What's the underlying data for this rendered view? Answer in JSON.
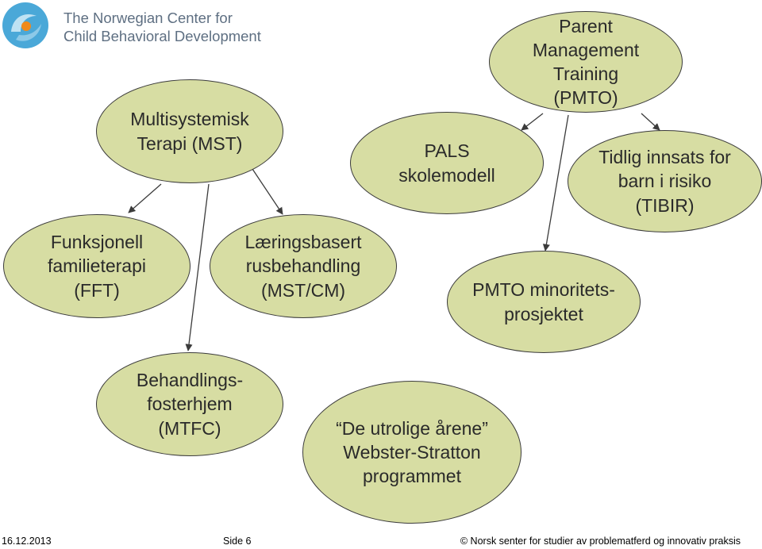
{
  "header": {
    "logo_line1": "The Norwegian Center for",
    "logo_line2": "Child Behavioral Development"
  },
  "nodes": {
    "mst": "Multisystemisk\nTerapi (MST)",
    "pmto": "Parent\nManagement\nTraining\n(PMTO)",
    "pals": "PALS\nskolemodell",
    "tibir": "Tidlig innsats for\nbarn i risiko\n(TIBIR)",
    "fft": "Funksjonell\nfamilieterapi\n(FFT)",
    "mstcm": "Læringsbasert\nrusbehandling\n(MST/CM)",
    "pmto_min": "PMTO minoritets-\nprosjektet",
    "mtfc": "Behandlings-\nfosterhjem\n(MTFC)",
    "webster": "“De utrolige årene”\nWebster-Stratton\nprogrammet"
  },
  "footer": {
    "date": "16.12.2013",
    "page": "Side 6",
    "copyright": "© Norsk senter for studier av problematferd og innovativ praksis"
  },
  "colors": {
    "node_fill": "#d7dda3",
    "node_border": "#3b3b3b",
    "logo_text": "#5e6f82",
    "logo_blue": "#4aa8d8",
    "logo_orange": "#f08a1c"
  }
}
